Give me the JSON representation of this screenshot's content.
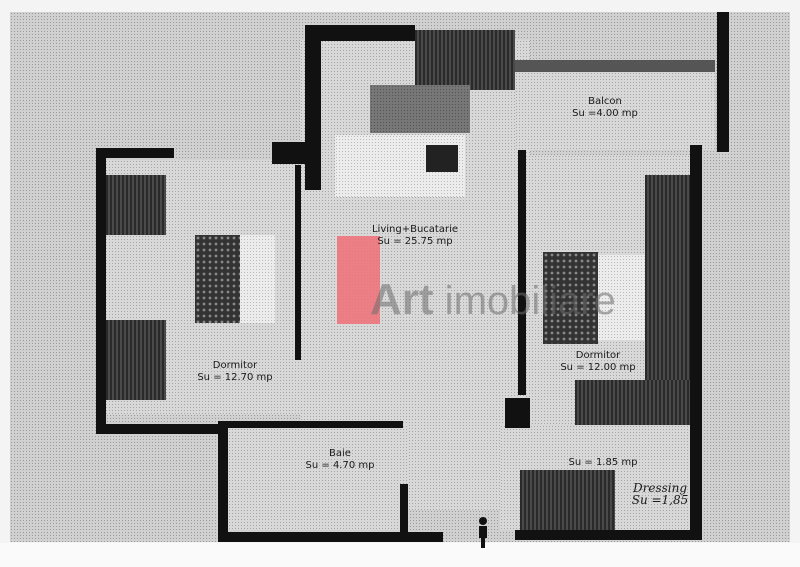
{
  "plan": {
    "type": "apartment-floor-plan-3d",
    "watermark": {
      "bold": "Art",
      "rest": " imobiliare",
      "accent_color": "#f06e78"
    },
    "rooms": [
      {
        "id": "balcon",
        "name": "Balcon",
        "area": "Su =4.00 mp"
      },
      {
        "id": "living",
        "name": "Living+Bucatarie",
        "area": "Su = 25.75 mp"
      },
      {
        "id": "dormitor1",
        "name": "Dormitor",
        "area": "Su = 12.70 mp"
      },
      {
        "id": "dormitor2",
        "name": "Dormitor",
        "area": "Su = 12.00 mp"
      },
      {
        "id": "baie",
        "name": "Baie",
        "area": "Su = 4.70 mp"
      },
      {
        "id": "hol",
        "name": "",
        "area": "Su = 1.85 mp"
      },
      {
        "id": "dressing",
        "name": "Dressing",
        "area": "Su =1,85"
      }
    ],
    "colors": {
      "wall": "#111111",
      "floor": "#d8d8d8",
      "background": "#f4f4f4"
    }
  }
}
